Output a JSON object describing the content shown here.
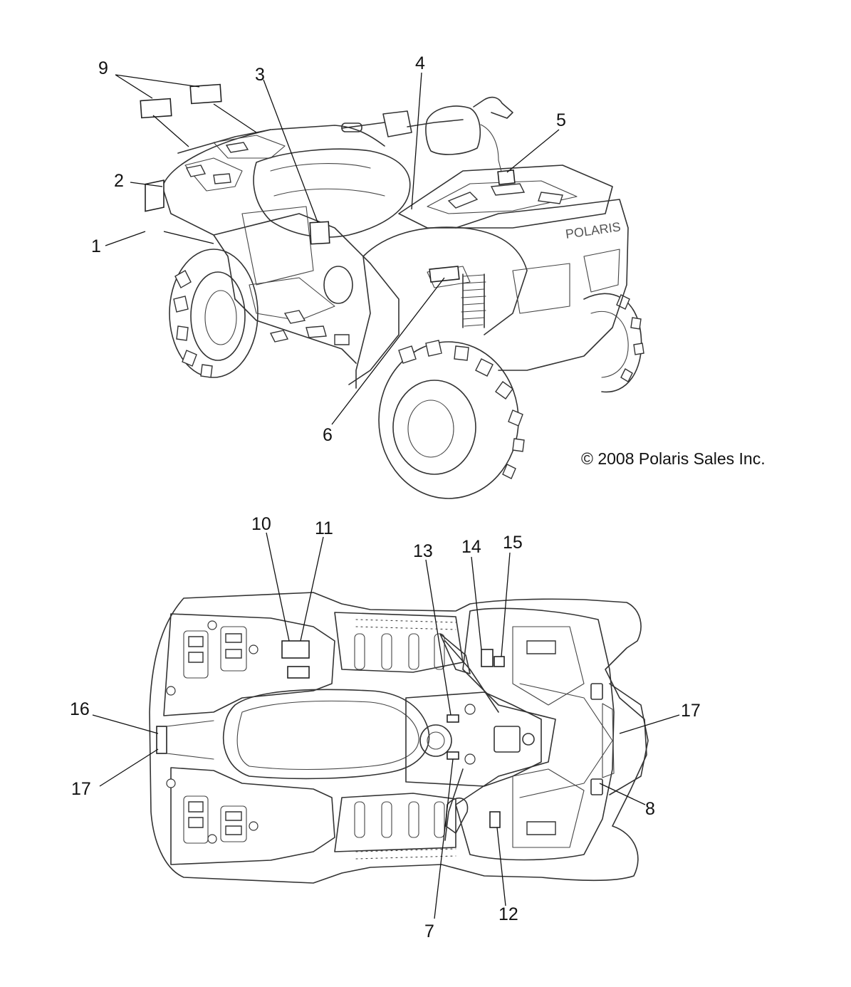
{
  "copyright": "© 2008 Polaris Sales Inc.",
  "callouts": {
    "c1": "1",
    "c2": "2",
    "c3": "3",
    "c4": "4",
    "c5": "5",
    "c6": "6",
    "c7": "7",
    "c8": "8",
    "c9": "9",
    "c10": "10",
    "c11": "11",
    "c12": "12",
    "c13": "13",
    "c14": "14",
    "c15": "15",
    "c16": "16",
    "c17a": "17",
    "c17b": "17"
  },
  "brand_text": "POLARIS"
}
